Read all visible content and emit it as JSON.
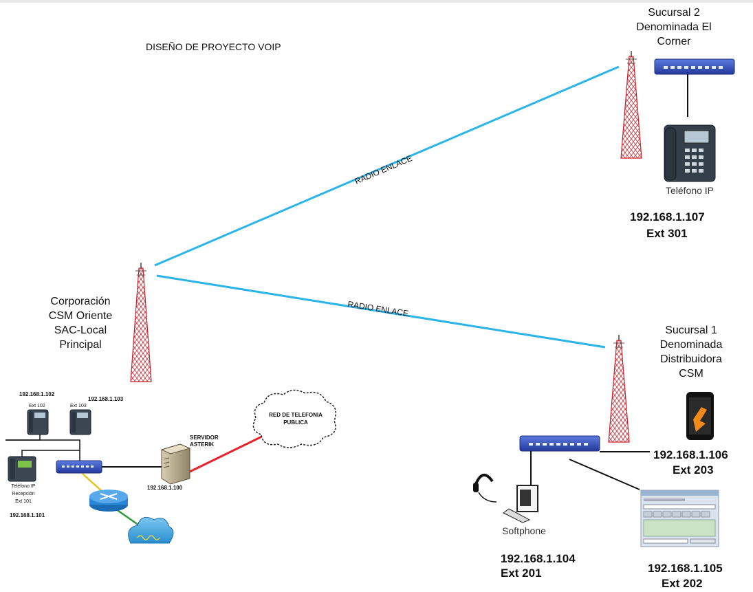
{
  "title": "DISEÑO DE PROYECTO VOIP",
  "links": {
    "radio_label_1": "RADIO ENLACE",
    "radio_label_2": "RADIO ENLACE"
  },
  "main_site": {
    "label": "Corporación\nCSM Oriente\nSAC-Local\nPrincipal",
    "phones": [
      {
        "ip": "192.168.1.102",
        "ext": "Ext 102"
      },
      {
        "ip": "192.168.1.103",
        "ext": "Ext 103"
      }
    ],
    "reception_phone": {
      "label": "Teléfono IP\nRecepción\nExt 101",
      "ip": "192.168.1.101"
    },
    "server": {
      "label": "SERVIDOR\nASTERIK",
      "ip": "192.168.1.100"
    },
    "pstn": "RED DE TELEFONIA\nPUBLICA"
  },
  "branch2": {
    "label": "Sucursal 2\nDenominada El\nCorner",
    "device_label": "Teléfono IP",
    "ip": "192.168.1.107",
    "ext": "Ext 301"
  },
  "branch1": {
    "label": "Sucursal 1\nDenominada\nDistribuidora\nCSM",
    "mobile": {
      "ip": "192.168.1.106",
      "ext": "Ext 203"
    },
    "softphone": {
      "label": "Softphone",
      "ip": "192.168.1.104",
      "ext": "Ext 201"
    },
    "softphone_app": {
      "ip": "192.168.1.105",
      "ext": "Ext 202"
    }
  },
  "colors": {
    "radio_link": "#2ab4e8",
    "pstn_link": "#e8202a",
    "switch": "#2f4fb5",
    "router_link": "#e8c41a",
    "wan_link": "#2a9a3a",
    "tower": "#c8222a"
  }
}
